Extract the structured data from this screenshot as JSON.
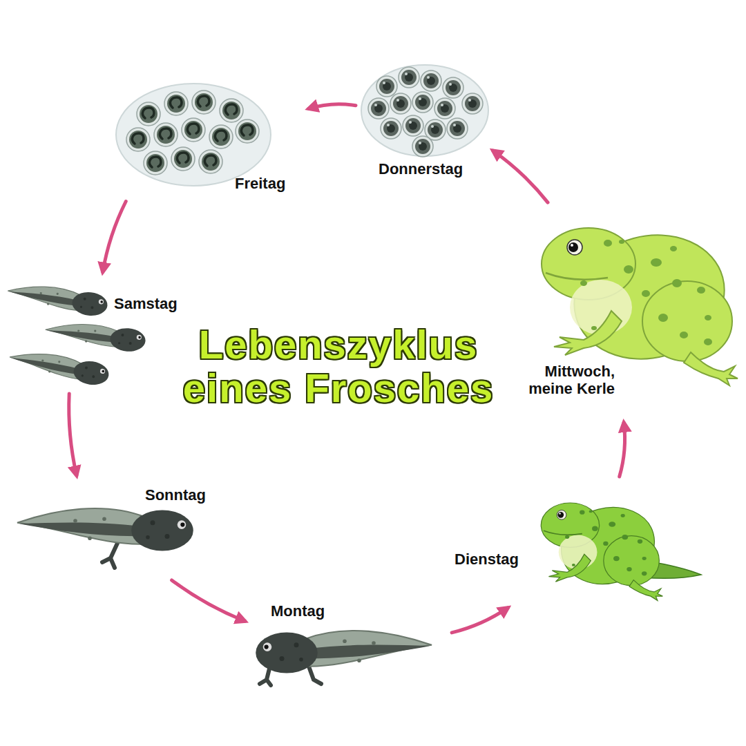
{
  "diagram": {
    "title": "Lebenszyklus eines Frosches",
    "nodes": [
      {
        "text": [
          "Donnerstag"
        ]
      },
      {
        "text": [
          "Freitag"
        ]
      },
      {
        "text": [
          "Samstag"
        ]
      },
      {
        "text": [
          "Sonntag"
        ]
      },
      {
        "text": [
          "Montag"
        ]
      },
      {
        "text": [
          "Dienstag"
        ]
      },
      {
        "text": [
          "Mittwoch, meine Kerle"
        ]
      }
    ],
    "edges": [
      {
        "from": 0,
        "to": 1,
        "arrow": "to"
      },
      {
        "from": 1,
        "to": 2,
        "arrow": "to"
      },
      {
        "from": 2,
        "to": 3,
        "arrow": "to"
      },
      {
        "from": 3,
        "to": 4,
        "arrow": "to"
      },
      {
        "from": 4,
        "to": 5,
        "arrow": "to"
      },
      {
        "from": 5,
        "to": 6,
        "arrow": "to"
      },
      {
        "from": 6,
        "to": 0,
        "arrow": "to"
      }
    ]
  }
}
